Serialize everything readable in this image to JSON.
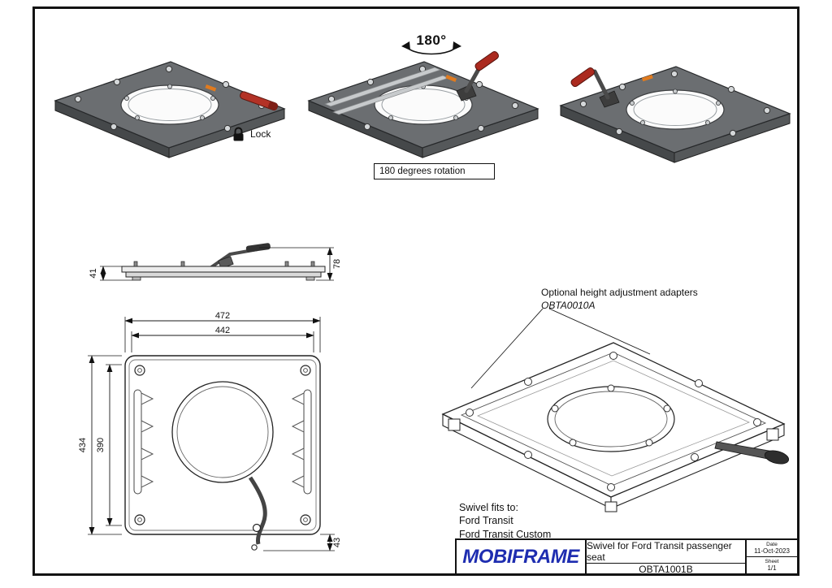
{
  "colors": {
    "line": "#1a1a1a",
    "plate_top_gray": "#6b6e71",
    "plate_side_gray": "#45484a",
    "handle_red": "#b33226",
    "sticker_orange": "#e07b1f",
    "logo_blue": "#1e2db0"
  },
  "icons": {
    "lock": "lock-icon",
    "rotation_arrows": "rotation-arrows-icon"
  },
  "annotations": {
    "rotation_badge": "180°",
    "lock_label": "Lock",
    "rotation_note": "180 degrees rotation",
    "adapter_note_line1": "Optional height adjustment adapters",
    "adapter_note_line2": "OBTA0010A",
    "fits_title": "Swivel fits to:",
    "fits_items": [
      "Ford Transit",
      "Ford Transit Custom"
    ]
  },
  "dimensions": {
    "side_view": {
      "stack_height": "41",
      "total_height": "78"
    },
    "top_view": {
      "outer_width": "472",
      "inner_width": "442",
      "outer_height": "434",
      "inner_height": "390",
      "handle_drop": "43"
    }
  },
  "title_block": {
    "brand": "MOBIFRAME",
    "title": "Swivel for Ford Transit passenger seat",
    "part_number": "OBTA1001B",
    "date_label": "Date",
    "date_value": "11-Oct-2023",
    "sheet_label": "Sheet",
    "sheet_value": "1/1"
  }
}
